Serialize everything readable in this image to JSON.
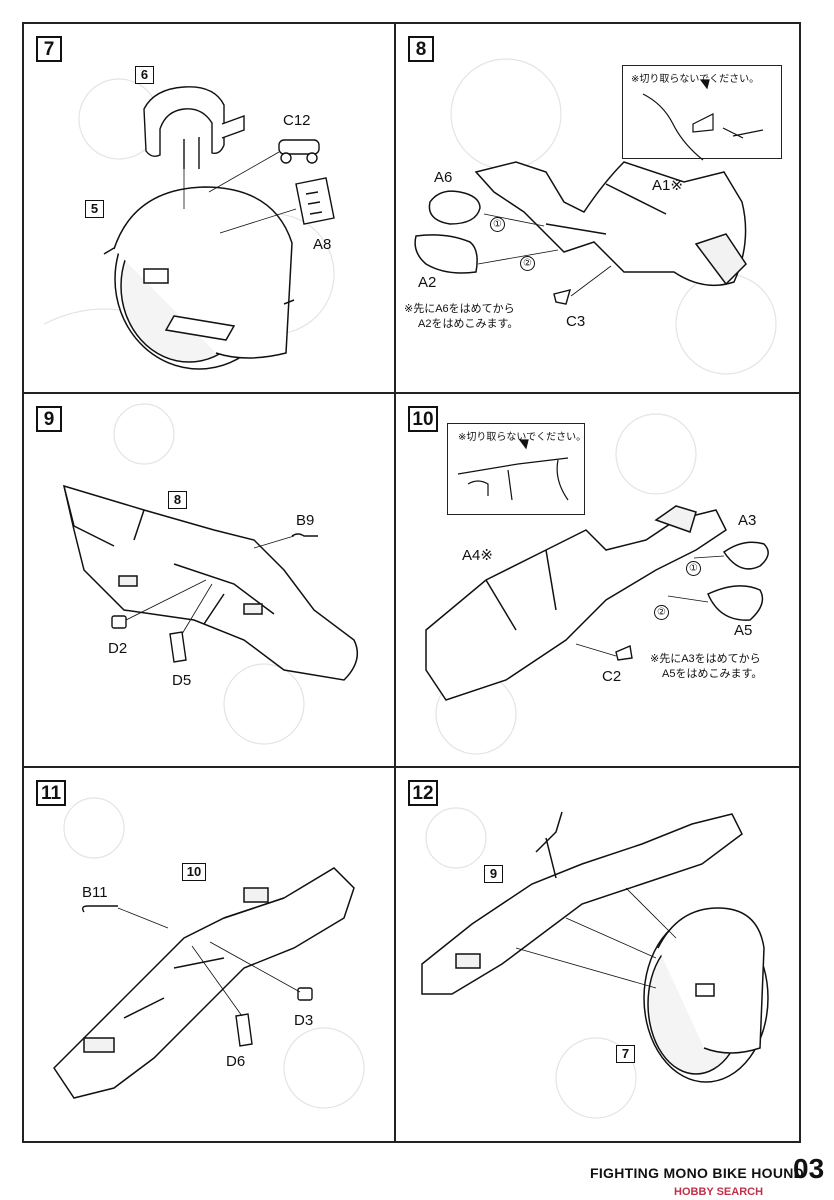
{
  "footer": {
    "title": "FIGHTING MONO BIKE HOUND",
    "page_number": "03",
    "watermark": "HOBBY SEARCH"
  },
  "steps": [
    {
      "number": "7",
      "refs": [
        "6",
        "5"
      ],
      "parts": [
        "C12",
        "A8"
      ]
    },
    {
      "number": "8",
      "parts": [
        "A6",
        "A1※",
        "A2",
        "C3"
      ],
      "order_marks": [
        "①",
        "②"
      ],
      "inset_note": "※切り取らないでください。",
      "note_line1": "※先にA6をはめてから",
      "note_line2": "A2をはめこみます。"
    },
    {
      "number": "9",
      "refs": [
        "8"
      ],
      "parts": [
        "B9",
        "D2",
        "D5"
      ]
    },
    {
      "number": "10",
      "parts": [
        "A3",
        "A4※",
        "A5",
        "C2"
      ],
      "order_marks": [
        "①",
        "②"
      ],
      "inset_note": "※切り取らないでください。",
      "note_line1": "※先にA3をはめてから",
      "note_line2": "A5をはめこみます。"
    },
    {
      "number": "11",
      "refs": [
        "10"
      ],
      "parts": [
        "B11",
        "D3",
        "D6"
      ]
    },
    {
      "number": "12",
      "refs": [
        "9",
        "7"
      ]
    }
  ]
}
